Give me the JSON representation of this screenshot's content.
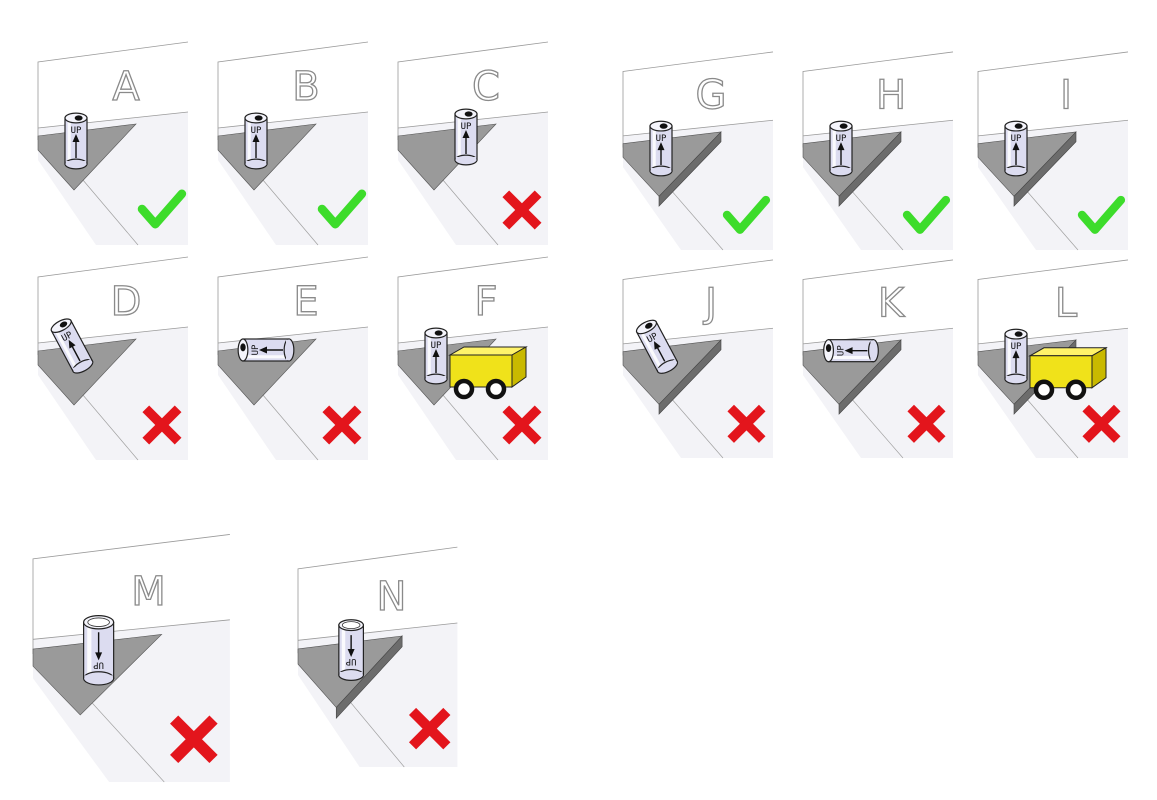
{
  "panels": [
    {
      "id": "A",
      "label": "A",
      "cup_text": "UP",
      "surface": "flat",
      "pose": "upright",
      "has_robot": false,
      "verdict": "ok"
    },
    {
      "id": "B",
      "label": "B",
      "cup_text": "UP",
      "surface": "flat",
      "pose": "upright",
      "has_robot": false,
      "verdict": "ok"
    },
    {
      "id": "C",
      "label": "C",
      "cup_text": "UP",
      "surface": "flat",
      "pose": "upright-at-edge",
      "has_robot": false,
      "verdict": "bad"
    },
    {
      "id": "D",
      "label": "D",
      "cup_text": "UP",
      "surface": "flat",
      "pose": "tilted",
      "has_robot": false,
      "verdict": "bad"
    },
    {
      "id": "E",
      "label": "E",
      "cup_text": "UP",
      "surface": "flat",
      "pose": "lying",
      "has_robot": false,
      "verdict": "bad"
    },
    {
      "id": "F",
      "label": "F",
      "cup_text": "UP",
      "surface": "flat",
      "pose": "upright",
      "has_robot": true,
      "verdict": "bad"
    },
    {
      "id": "G",
      "label": "G",
      "cup_text": "UP",
      "surface": "ledge",
      "pose": "upright",
      "has_robot": false,
      "verdict": "ok"
    },
    {
      "id": "H",
      "label": "H",
      "cup_text": "UP",
      "surface": "ledge",
      "pose": "upright",
      "has_robot": false,
      "verdict": "ok"
    },
    {
      "id": "I",
      "label": "I",
      "cup_text": "UP",
      "surface": "ledge",
      "pose": "upright",
      "has_robot": false,
      "verdict": "ok"
    },
    {
      "id": "J",
      "label": "J",
      "cup_text": "UP",
      "surface": "ledge",
      "pose": "tilted",
      "has_robot": false,
      "verdict": "bad"
    },
    {
      "id": "K",
      "label": "K",
      "cup_text": "UP",
      "surface": "ledge",
      "pose": "lying",
      "has_robot": false,
      "verdict": "bad"
    },
    {
      "id": "L",
      "label": "L",
      "cup_text": "UP",
      "surface": "ledge",
      "pose": "upright",
      "has_robot": true,
      "verdict": "bad"
    },
    {
      "id": "M",
      "label": "M",
      "cup_text": "UP",
      "surface": "flat",
      "pose": "upside-down",
      "has_robot": false,
      "verdict": "bad"
    },
    {
      "id": "N",
      "label": "N",
      "cup_text": "UP",
      "surface": "ledge",
      "pose": "upside-down",
      "has_robot": false,
      "verdict": "bad"
    }
  ],
  "colors": {
    "ok_mark": "#3ddc2b",
    "bad_mark": "#e3151c",
    "floor": "#f3f3f7",
    "platform": "#9a9a9a",
    "platform_side": "#6c6c6c",
    "cup": "#dcdcf0",
    "robot_body": "#f0e21a",
    "robot_side": "#c9b900",
    "wheel": "#111111",
    "label_stroke": "#8a8a8a"
  },
  "icons": {
    "ok": "check-mark-icon",
    "bad": "cross-mark-icon",
    "cup": "cylinder-cup-icon",
    "robot": "robot-cart-icon"
  }
}
